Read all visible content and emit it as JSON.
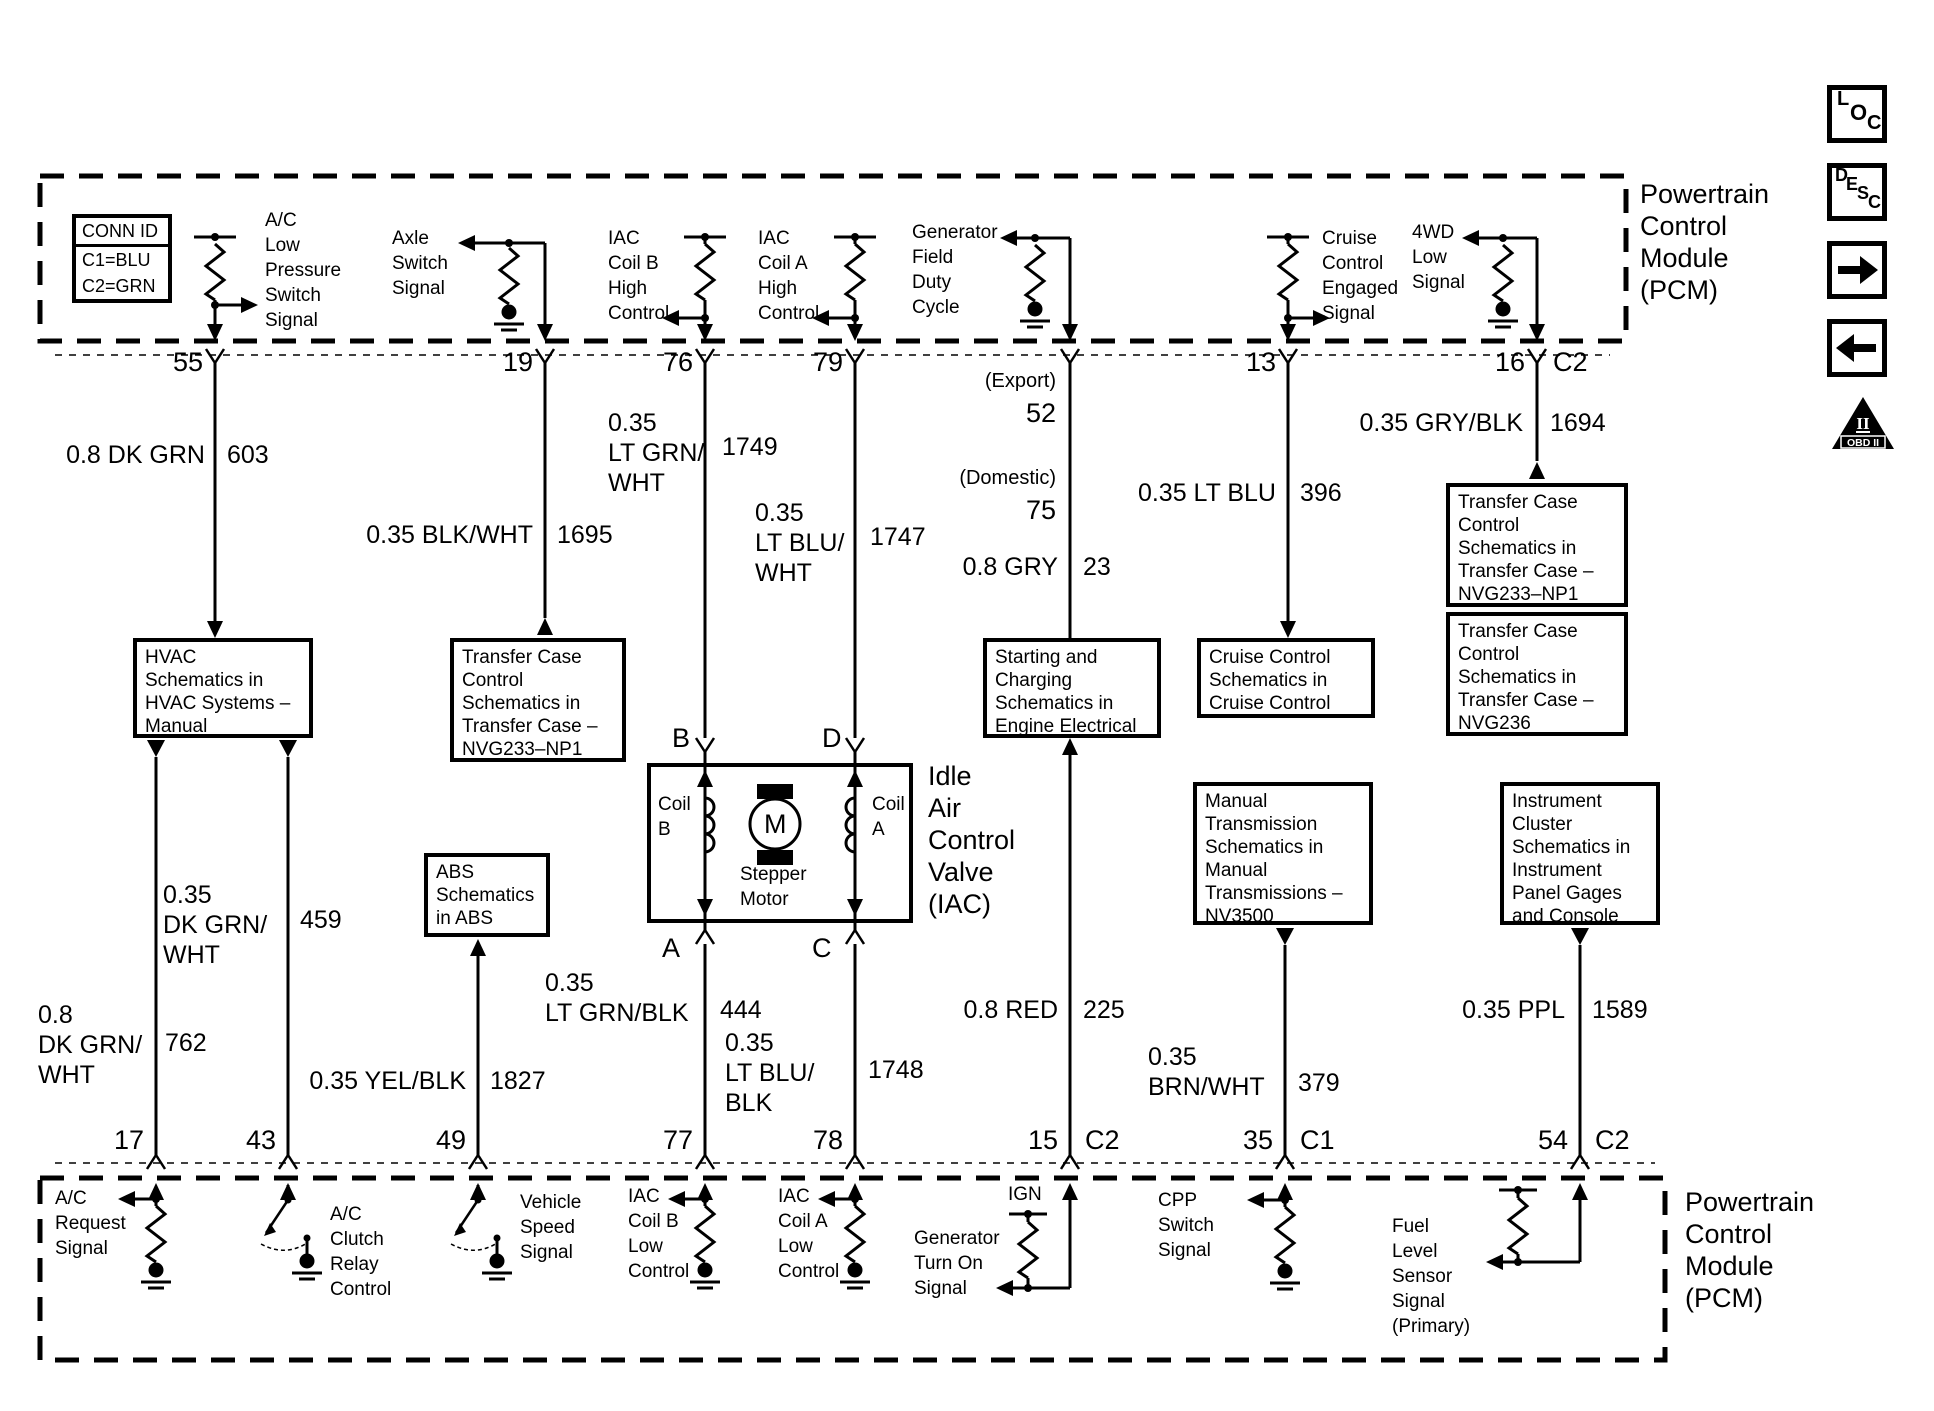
{
  "pcm_label_top": "Powertrain\nControl\nModule\n(PCM)",
  "pcm_label_bottom": "Powertrain\nControl\nModule\n(PCM)",
  "conn_id": {
    "title": "CONN ID",
    "c1": "C1=BLU",
    "c2": "C2=GRN"
  },
  "icons": {
    "loc_letters": [
      "L",
      "O",
      "C"
    ],
    "desc_letters": [
      "D",
      "E",
      "S",
      "C"
    ],
    "obd": {
      "numeral": "II",
      "label": "OBD II"
    }
  },
  "top_signals": {
    "ac_low_pressure": {
      "label": "A/C\nLow\nPressure\nSwitch\nSignal",
      "pin": "55"
    },
    "axle_switch": {
      "label": "Axle\nSwitch\nSignal",
      "pin": "19"
    },
    "iac_coil_b_high": {
      "label": "IAC\nCoil B\nHigh\nControl",
      "pin": "76"
    },
    "iac_coil_a_high": {
      "label": "IAC\nCoil A\nHigh\nControl",
      "pin": "79"
    },
    "generator_field": {
      "label": "Generator\nField\nDuty\nCycle",
      "export_label": "(Export)",
      "export_pin": "52",
      "domestic_label": "(Domestic)",
      "domestic_pin": "75"
    },
    "cruise_engaged": {
      "label": "Cruise\nControl\nEngaged\nSignal",
      "pin": "13"
    },
    "fourwd_low": {
      "label": "4WD\nLow\nSignal",
      "pin": "16",
      "conn": "C2"
    }
  },
  "bottom_signals": {
    "ac_request": {
      "label": "A/C\nRequest\nSignal",
      "pin": "17"
    },
    "ac_clutch": {
      "label": "A/C\nClutch\nRelay\nControl",
      "pin": "43"
    },
    "vehicle_speed": {
      "label": "Vehicle\nSpeed\nSignal",
      "pin": "49"
    },
    "iac_coil_b_low": {
      "label": "IAC\nCoil B\nLow\nControl",
      "pin": "77"
    },
    "iac_coil_a_low": {
      "label": "IAC\nCoil A\nLow\nControl",
      "pin": "78"
    },
    "gen_turn_on": {
      "label": "Generator\nTurn On\nSignal",
      "ign": "IGN",
      "pin": "15",
      "conn": "C2"
    },
    "cpp": {
      "label": "CPP\nSwitch\nSignal",
      "pin": "35",
      "conn": "C1"
    },
    "fuel_level": {
      "label": "Fuel\nLevel\nSensor\nSignal\n(Primary)",
      "pin": "54",
      "conn": "C2"
    }
  },
  "wires": {
    "w603": {
      "label": "0.8 DK GRN",
      "circuit": "603"
    },
    "w1695": {
      "label": "0.35 BLK/WHT",
      "circuit": "1695"
    },
    "w1749": {
      "label": "0.35\nLT GRN/\nWHT",
      "circuit": "1749"
    },
    "w1747": {
      "label": "0.35\nLT BLU/\nWHT",
      "circuit": "1747"
    },
    "w23": {
      "label": "0.8 GRY",
      "circuit": "23"
    },
    "w396": {
      "label": "0.35 LT BLU",
      "circuit": "396"
    },
    "w1694": {
      "label": "0.35 GRY/BLK",
      "circuit": "1694"
    },
    "w762": {
      "label": "0.8\nDK GRN/\nWHT",
      "circuit": "762"
    },
    "w459": {
      "label": "0.35\nDK GRN/\nWHT",
      "circuit": "459"
    },
    "w1827": {
      "label": "0.35 YEL/BLK",
      "circuit": "1827"
    },
    "w444": {
      "label": "0.35\nLT GRN/BLK",
      "circuit": "444"
    },
    "w1748": {
      "label": "0.35\nLT BLU/\nBLK",
      "circuit": "1748"
    },
    "w225": {
      "label": "0.8 RED",
      "circuit": "225"
    },
    "w379": {
      "label": "0.35\nBRN/WHT",
      "circuit": "379"
    },
    "w1589": {
      "label": "0.35 PPL",
      "circuit": "1589"
    }
  },
  "boxes": {
    "hvac": "HVAC\nSchematics in\nHVAC Systems –\nManual",
    "tc_left": "Transfer Case\nControl\nSchematics in\nTransfer Case –\nNVG233–NP1",
    "starting": "Starting and\nCharging\nSchematics in\nEngine Electrical",
    "cruise": "Cruise Control\nSchematics in\nCruise Control",
    "tc_right_1": "Transfer Case\nControl\nSchematics in\nTransfer Case –\nNVG233–NP1",
    "tc_right_2": "Transfer Case\nControl\nSchematics in\nTransfer Case –\nNVG236",
    "abs": "ABS\nSchematics\nin ABS",
    "manual_trans": "Manual\nTransmission\nSchematics in\nManual\nTransmissions –\nNV3500",
    "instrument": "Instrument\nCluster\nSchematics in\nInstrument\nPanel Gages\nand Console"
  },
  "iac": {
    "title": "Idle\nAir\nControl\nValve\n(IAC)",
    "terminal_b": "B",
    "terminal_d": "D",
    "terminal_a": "A",
    "terminal_c": "C",
    "coil_b": "Coil\nB",
    "coil_a": "Coil\nA",
    "motor": "M",
    "stepper": "Stepper\nMotor"
  }
}
